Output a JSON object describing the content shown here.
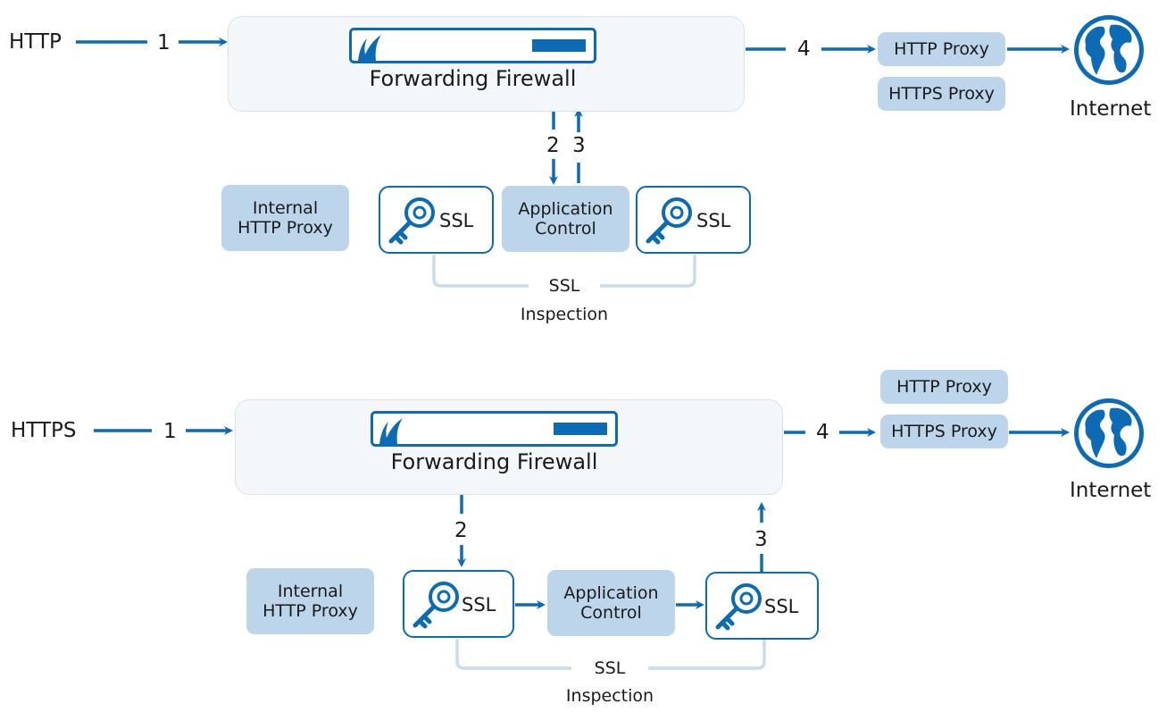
{
  "top": {
    "source_label": "HTTP",
    "step1": "1",
    "step2": "2",
    "step3": "3",
    "step4": "4",
    "firewall_label": "Forwarding Firewall",
    "http_proxy": "HTTP Proxy",
    "https_proxy": "HTTPS Proxy",
    "internet": "Internet",
    "internal_proxy_line1": "Internal",
    "internal_proxy_line2": "HTTP Proxy",
    "ssl_left": "SSL",
    "ssl_right": "SSL",
    "app_control_line1": "Application",
    "app_control_line2": "Control",
    "inspection_line1": "SSL",
    "inspection_line2": "Inspection"
  },
  "bottom": {
    "source_label": "HTTPS",
    "step1": "1",
    "step2": "2",
    "step3": "3",
    "step4": "4",
    "firewall_label": "Forwarding Firewall",
    "http_proxy": "HTTP Proxy",
    "https_proxy": "HTTPS Proxy",
    "internet": "Internet",
    "internal_proxy_line1": "Internal",
    "internal_proxy_line2": "HTTP Proxy",
    "ssl_left": "SSL",
    "ssl_right": "SSL",
    "app_control_line1": "Application",
    "app_control_line2": "Control",
    "inspection_line1": "SSL",
    "inspection_line2": "Inspection"
  },
  "colors": {
    "accent": "#0d6ab4",
    "pill": "#bdd5ea",
    "firewall_bg": "#f4f7fa",
    "bracket": "#c9dcec"
  },
  "icons": [
    "key-icon",
    "globe-icon",
    "firewall-device-icon",
    "arrow-icon"
  ]
}
